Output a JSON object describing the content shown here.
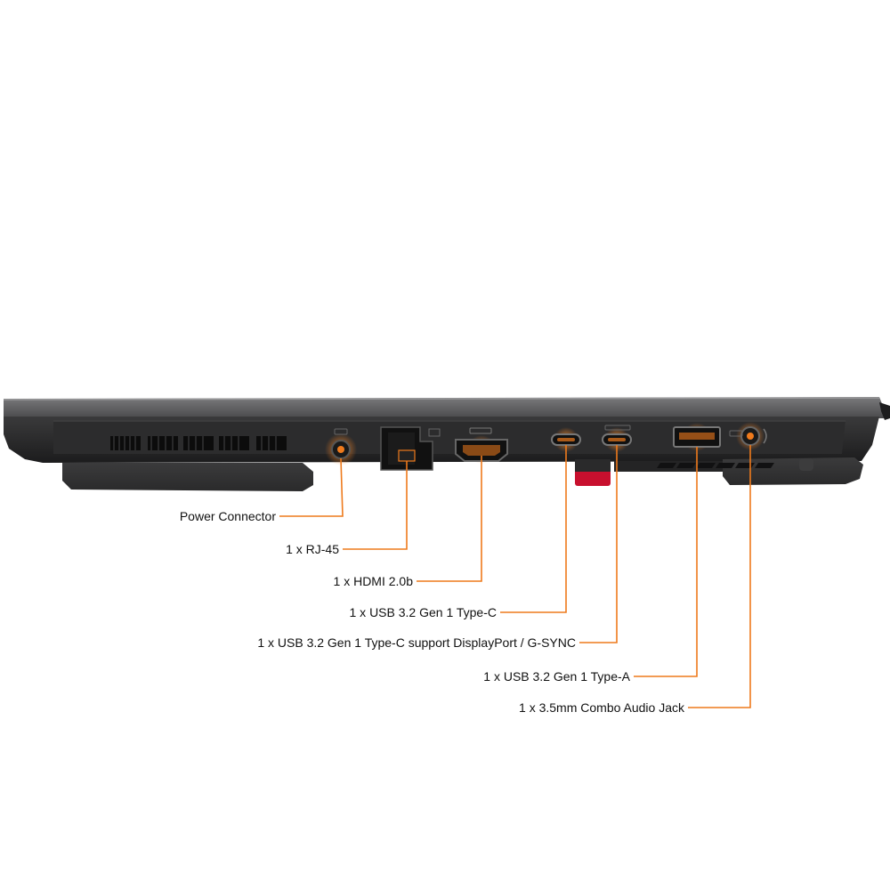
{
  "colors": {
    "leader": "#ee7a1c",
    "body_top": "#4a4a4c",
    "body_side": "#2a2a2b",
    "accent_red": "#c8102e"
  },
  "callouts": [
    {
      "id": "power",
      "label": "Power Connector",
      "icon": "power-port-icon"
    },
    {
      "id": "rj45",
      "label": "1 x RJ-45",
      "icon": "ethernet-port-icon"
    },
    {
      "id": "hdmi",
      "label": "1 x HDMI 2.0b",
      "icon": "hdmi-port-icon"
    },
    {
      "id": "usbc1",
      "label": "1 x USB 3.2 Gen 1 Type-C",
      "icon": "usb-c-port-icon"
    },
    {
      "id": "usbc2",
      "label": "1 x USB 3.2 Gen 1 Type-C support DisplayPort / G-SYNC",
      "icon": "usb-c-port-icon"
    },
    {
      "id": "usba",
      "label": "1 x USB 3.2 Gen 1 Type-A",
      "icon": "usb-a-port-icon"
    },
    {
      "id": "audio",
      "label": "1 x 3.5mm Combo Audio Jack",
      "icon": "audio-jack-icon"
    }
  ]
}
